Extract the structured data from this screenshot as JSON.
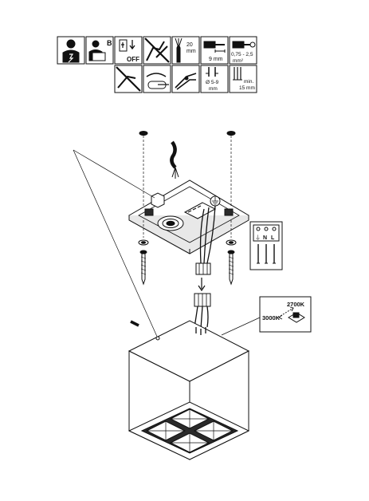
{
  "icons": {
    "panel_b_letter": "B",
    "off_label": "OFF",
    "wire_length": "20",
    "wire_length_unit": "mm",
    "strip_length": "9 mm",
    "cross_section_value": "0,75 - 2,5",
    "cross_section_unit": "mm²",
    "cable_diameter": "Ø 5-9",
    "cable_diameter_unit": "mm",
    "min_distance": "min.",
    "min_distance_value": "15 mm"
  },
  "terminal": {
    "earth_letter": "⏚",
    "neutral_letter": "N",
    "live_letter": "L"
  },
  "color_temp": {
    "warm": "2700K",
    "neutral": "3000K"
  },
  "colors": {
    "line": "#111111",
    "panel_fill": "#ffffff",
    "shade_light": "#e8e8e8",
    "shade_mid": "#bdbdbd",
    "shade_dark": "#2a2a2a"
  }
}
